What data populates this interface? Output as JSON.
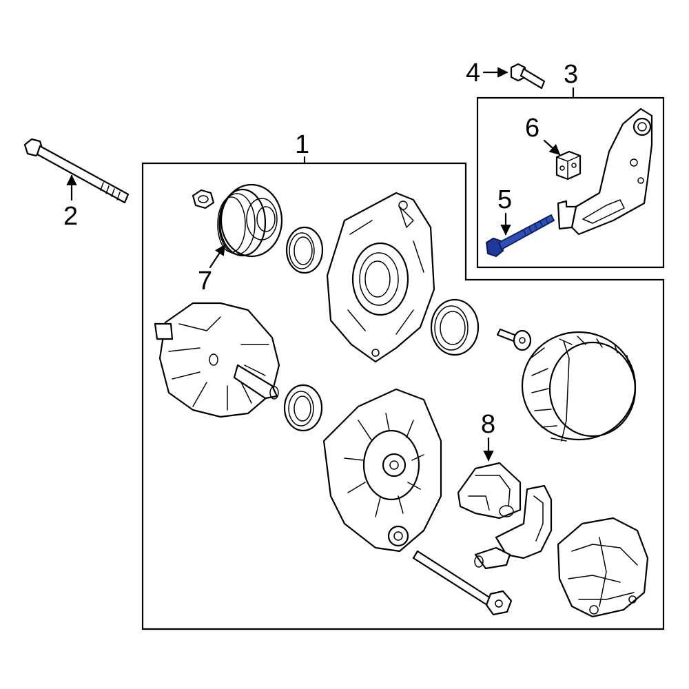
{
  "callouts": {
    "c1": "1",
    "c2": "2",
    "c3": "3",
    "c4": "4",
    "c5": "5",
    "c6": "6",
    "c7": "7",
    "c8": "8"
  },
  "colors": {
    "line": "#000000",
    "background": "#ffffff",
    "highlight_part": "#1f3a9a"
  },
  "highlighted_part": "5"
}
